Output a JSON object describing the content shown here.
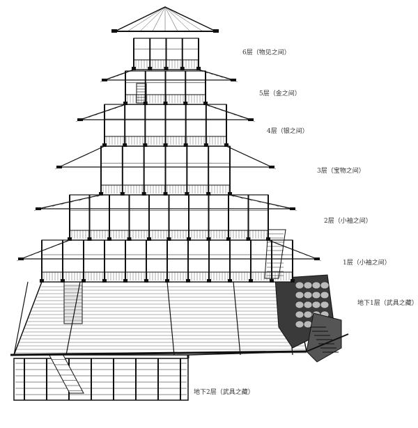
{
  "labels": {
    "floor6": "6层（物见之间）",
    "floor5": "5层（金之间）",
    "floor4": "4层（银之间）",
    "floor3": "3层（宝物之间）",
    "floor2": "2层（小袖之间）",
    "floor1": "1层（小袖之间）",
    "basement1": "地下1层（武具之藏）",
    "basement2": "地下2层（武具之藏）"
  },
  "colors": {
    "ink": "#111111",
    "paper": "#ffffff",
    "stone": "#3a3a3a",
    "label": "#333333"
  }
}
